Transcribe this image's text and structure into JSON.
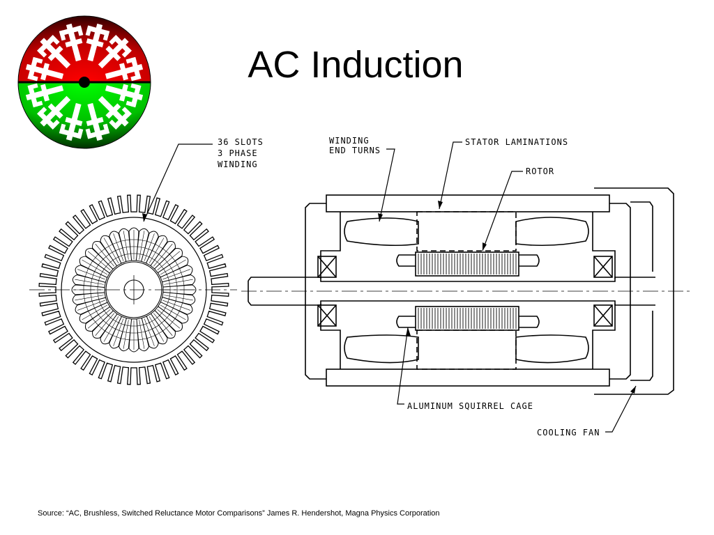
{
  "slide": {
    "title": "AC Induction",
    "source": "Source: “AC, Brushless, Switched Reluctance Motor Comparisons” James R. Hendershot, Magna Physics Corporation"
  },
  "logo": {
    "icon": "motor-rotor-logo",
    "colors": {
      "top": "#e00000",
      "bottom": "#00c000",
      "dark": "#000000"
    }
  },
  "diagram": {
    "labels": {
      "slots_line1": "36 SLOTS",
      "slots_line2": "3 PHASE",
      "slots_line3": "WINDING",
      "end_turns_line1": "WINDING",
      "end_turns_line2": "END TURNS",
      "stator": "STATOR LAMINATIONS",
      "rotor": "ROTOR",
      "cage": "ALUMINUM SQUIRREL CAGE",
      "fan": "COOLING FAN"
    }
  }
}
